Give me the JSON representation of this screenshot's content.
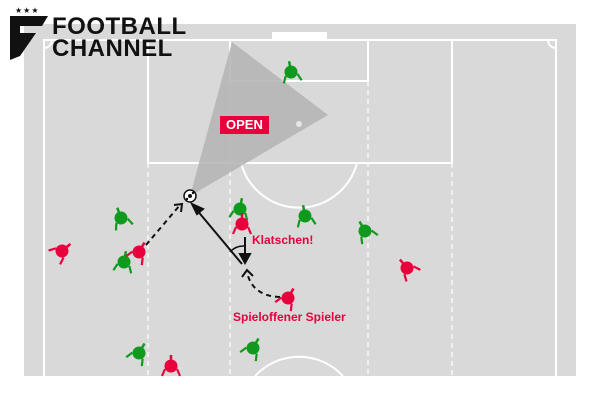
{
  "logo": {
    "line1": "FOOTBALL",
    "line2": "CHANNEL",
    "stars": "★★★"
  },
  "labels": {
    "open": "OPEN",
    "klatschen": "Klatschen!",
    "spieler": "Spieloffener Spieler"
  },
  "colors": {
    "pitch": "#d9d9d9",
    "cone": "#b3b3b3",
    "red": "#e8003c",
    "green": "#0f9a1e",
    "lines": "#ffffff"
  },
  "players": [
    {
      "team": "green"
    },
    {
      "team": "green"
    },
    {
      "team": "green"
    },
    {
      "team": "green"
    },
    {
      "team": "green"
    },
    {
      "team": "green"
    },
    {
      "team": "green"
    },
    {
      "team": "green"
    },
    {
      "team": "red"
    },
    {
      "team": "red"
    },
    {
      "team": "red"
    },
    {
      "team": "red"
    },
    {
      "team": "red"
    },
    {
      "team": "red"
    }
  ]
}
